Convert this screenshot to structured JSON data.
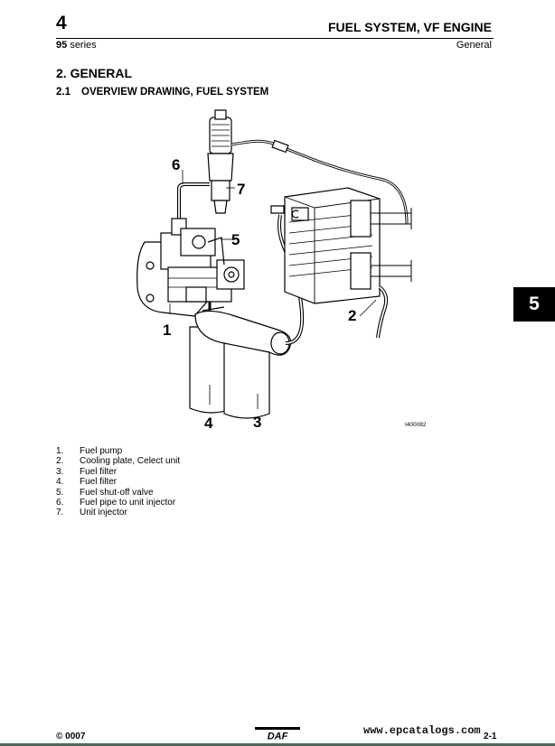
{
  "header": {
    "chapter_number": "4",
    "title": "FUEL SYSTEM, VF ENGINE",
    "series_number": "95",
    "series_label": "series",
    "subtitle": "General"
  },
  "section": {
    "number": "2.",
    "title": "GENERAL"
  },
  "subsection": {
    "number": "2.1",
    "title": "OVERVIEW DRAWING, FUEL SYSTEM"
  },
  "tab_marker": "5",
  "figure": {
    "callouts": [
      "1",
      "2",
      "3",
      "4",
      "5",
      "6",
      "7"
    ],
    "figure_id": "I400082"
  },
  "legend": [
    {
      "num": "1.",
      "text": "Fuel pump"
    },
    {
      "num": "2.",
      "text": "Cooling plate, Celect unit"
    },
    {
      "num": "3.",
      "text": "Fuel filter"
    },
    {
      "num": "4.",
      "text": "Fuel filter"
    },
    {
      "num": "5.",
      "text": "Fuel shut-off valve"
    },
    {
      "num": "6.",
      "text": "Fuel pipe to unit injector"
    },
    {
      "num": "7.",
      "text": "Unit injector"
    }
  ],
  "footer": {
    "copyright": "© 0007",
    "logo_text": "DAF",
    "watermark": "www.epcatalogs.com",
    "page": "2-1"
  }
}
